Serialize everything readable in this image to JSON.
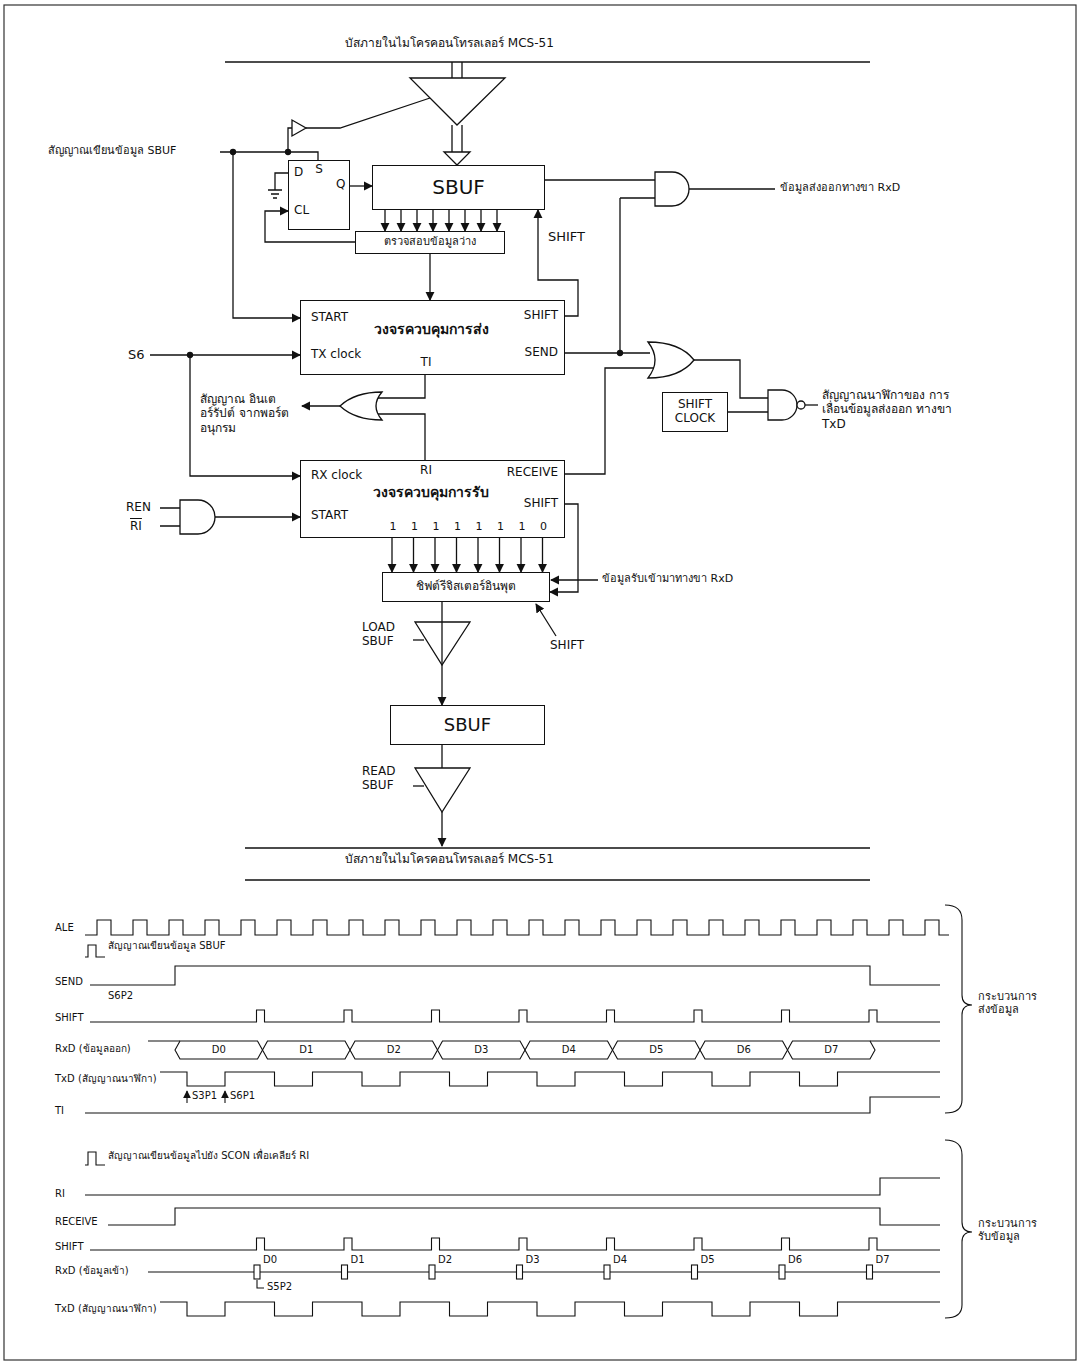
{
  "diagram": {
    "nodes": [
      {
        "text": [
          "D",
          "S",
          "Q",
          "CL"
        ]
      },
      {
        "text": [
          "SBUF"
        ]
      },
      {
        "text": [
          "ตรวจสอบข้อมูลว่าง"
        ]
      },
      {
        "text": [
          "START",
          "TX clock",
          "วงจรควบคุมการส่ง",
          "TI",
          "SHIFT",
          "SEND"
        ]
      },
      {
        "text": [
          "SHIFT CLOCK"
        ]
      },
      {
        "text": [
          "RX clock",
          "RI",
          "RECEIVE",
          "วงจรควบคุมการรับ",
          "START",
          "SHIFT",
          "1",
          "1",
          "1",
          "1",
          "1",
          "1",
          "1",
          "0"
        ]
      },
      {
        "text": [
          "ชิฟต์รีจิสเตอร์อินพุต"
        ]
      },
      {
        "text": [
          "SBUF"
        ]
      }
    ],
    "edges": [
      {
        "from": 0,
        "to": 1,
        "arrow": "to"
      },
      {
        "from": 1,
        "to": 2,
        "arrow": "to"
      },
      {
        "from": 2,
        "to": 0,
        "arrow": "to"
      },
      {
        "from": 2,
        "to": 3,
        "arrow": "to"
      },
      {
        "from": 3,
        "to": 1,
        "arrow": "to"
      },
      {
        "from": 5,
        "to": 6,
        "arrow": "to"
      },
      {
        "from": 5,
        "to": 6,
        "arrow": "to"
      },
      {
        "from": 6,
        "to": 7,
        "arrow": "to"
      }
    ],
    "labels": [
      "บัสภายในไมโครคอนโทรลเลอร์ MCS-51",
      "สัญญาณเขียนข้อมูล SBUF",
      "SHIFT",
      "ข้อมูลส่งออกทางขา RxD",
      "S6",
      "สัญญาณ อินเตอร์รัปต์ จากพอร์ตอนุกรม",
      "สัญญาณนาฬิกาของ การเลื่อนข้อมูลส่งออก ทางขา TxD",
      "REN",
      "RI",
      "ข้อมูลรับเข้ามาทางขา RxD",
      "LOAD SBUF",
      "SHIFT",
      "READ SBUF",
      "บัสภายในไมโครคอนโทรลเลอร์ MCS-51",
      "ALE",
      "สัญญาณเขียนข้อมูล SBUF",
      "SEND",
      "S6P2",
      "SHIFT",
      "RxD (ข้อมูลออก)",
      "D0",
      "D1",
      "D2",
      "D3",
      "D4",
      "D5",
      "D6",
      "D7",
      "TxD (สัญญาณนาฬิกา)",
      "S3P1",
      "S6P1",
      "TI",
      "กระบวนการ ส่งข้อมูล",
      "สัญญาณเขียนข้อมูลไปยัง SCON เพื่อเคลียร์ RI",
      "RI",
      "RECEIVE",
      "SHIFT",
      "RxD (ข้อมูลเข้า)",
      "D0",
      "D1",
      "D2",
      "D3",
      "D4",
      "D5",
      "D6",
      "D7",
      "S5P2",
      "TxD (สัญญาณนาฬิกา)",
      "กระบวนการ รับข้อมูล"
    ]
  }
}
